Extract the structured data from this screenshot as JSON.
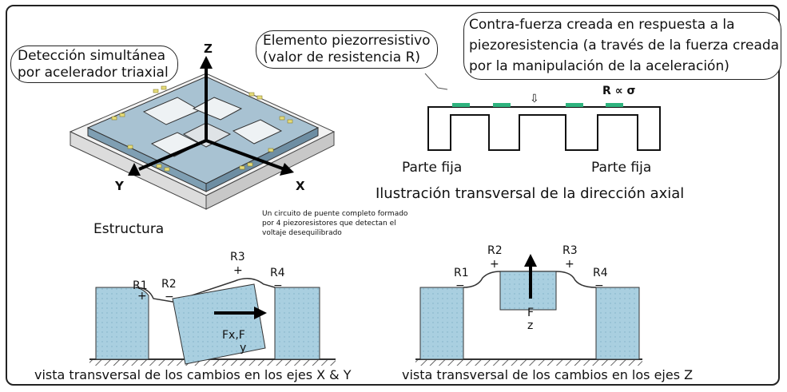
{
  "callouts": {
    "triaxial": [
      "Detección simultánea",
      "por acelerador triaxial"
    ],
    "element": [
      "Elemento piezorresistivo",
      "(valor de resistencia R)"
    ],
    "counterforce": [
      "Contra-fuerza creada en respuesta a la",
      "piezoresistencia (a través de la fuerza creada",
      "por la manipulación de la aceleración)"
    ]
  },
  "structure": {
    "axis_z": "Z",
    "axis_x": "X",
    "axis_y": "Y",
    "caption": "Estructura"
  },
  "axial": {
    "force_symbol": "⇩",
    "formula": "R ∝ σ",
    "fixed_left": "Parte fija",
    "fixed_right": "Parte fija",
    "caption": "Ilustración transversal de la dirección axial"
  },
  "bridge_note": [
    "Un circuito de puente completo formado",
    "por 4 piezoresistores que detectan el",
    "voltaje desequilibrado"
  ],
  "xy_view": {
    "r1": "R1",
    "r2": "R2",
    "r3": "R3",
    "r4": "R4",
    "plus": "+",
    "minus": "−",
    "force": [
      "Fx,F",
      "y"
    ],
    "caption": "vista transversal de los cambios en los ejes X & Y"
  },
  "z_view": {
    "r1": "R1",
    "r2": "R2",
    "r3": "R3",
    "r4": "R4",
    "plus": "+",
    "minus": "−",
    "force": [
      "F",
      "z"
    ],
    "caption": "vista transversal de los cambios en los ejes Z"
  },
  "colors": {
    "mass_fill": "#a9cfe0",
    "green_element": "#2fb37e",
    "chip_top": "#a8c2d2",
    "pads": "#e6dc7a"
  }
}
